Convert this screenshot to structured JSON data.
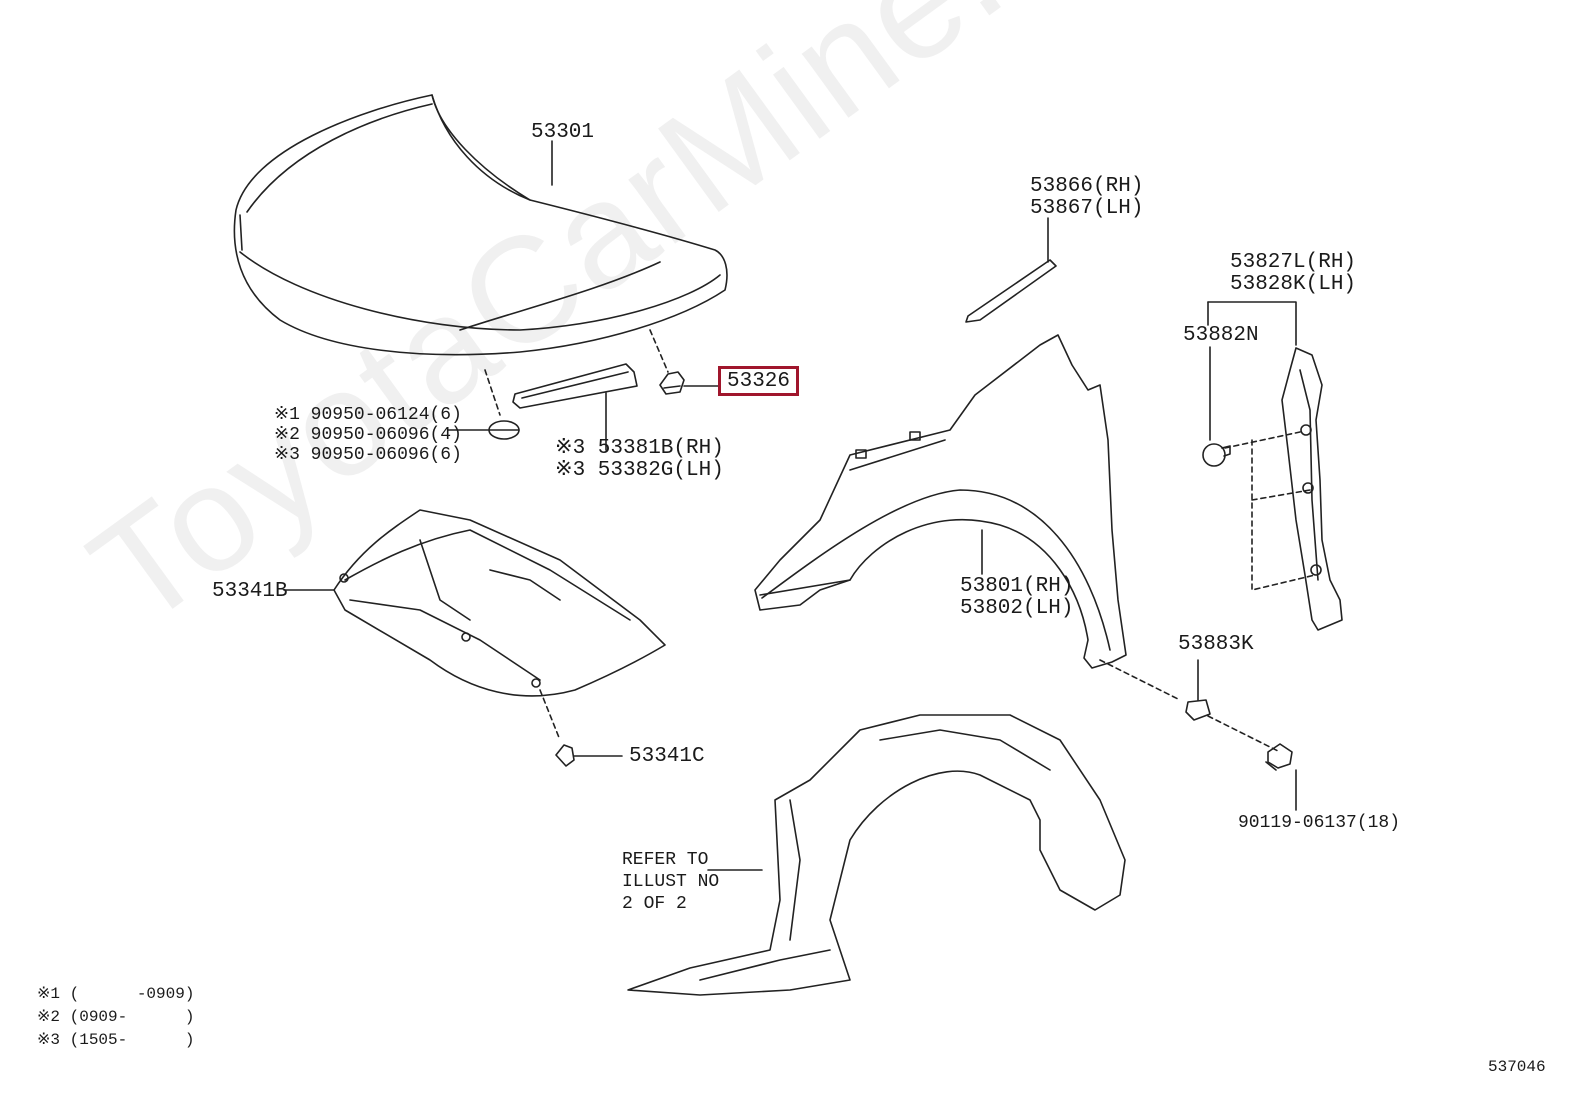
{
  "watermark": "ToyotaCarMine.ru",
  "diagram_id": "537046",
  "labels": {
    "hood": "53301",
    "highlighted_part": "53326",
    "plugs": [
      "※1 90950-06124(6)",
      "※2 90950-06096(4)",
      "※3 90950-06096(6)"
    ],
    "seal_rh": "※3 53381B(RH)",
    "seal_lh": "※3 53382G(LH)",
    "insulator": "53341B",
    "clip": "53341C",
    "fender_seal_rh": "53866(RH)",
    "fender_seal_lh": "53867(LH)",
    "fender_rh": "53801(RH)",
    "fender_lh": "53802(LH)",
    "fender_bracket_rh": "53827L(RH)",
    "fender_bracket_lh": "53828K(LH)",
    "pin": "53882N",
    "nut": "53883K",
    "bolt": "90119-06137(18)",
    "refer_note": [
      "REFER TO",
      "ILLUST NO",
      "2 OF 2"
    ]
  },
  "footnotes": [
    "※1 (      -0909)",
    "※2 (0909-      )",
    "※3 (1505-      )"
  ]
}
